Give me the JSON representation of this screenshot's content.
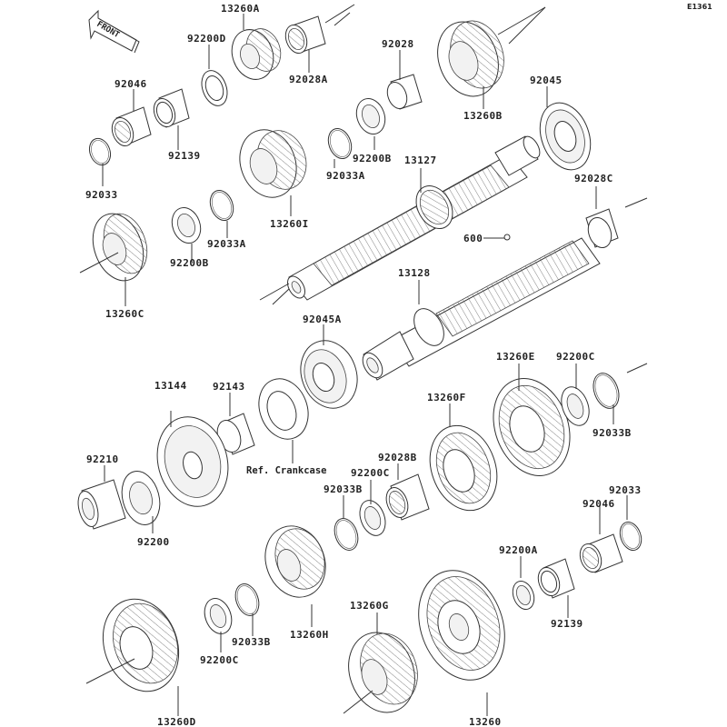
{
  "diagram_code": "E1361",
  "front_arrow_label": "FRONT",
  "reference_note": "Ref. Crankcase",
  "parts": {
    "p13260A": "13260A",
    "p92200D": "92200D",
    "p92028A": "92028A",
    "p92046_top": "92046",
    "p92139_top": "92139",
    "p92028": "92028",
    "p13260B": "13260B",
    "p92045": "92045",
    "p92033_top": "92033",
    "p92033A_upper": "92033A",
    "p92200B_upper": "92200B",
    "p13127": "13127",
    "p13260I": "13260I",
    "p92028C": "92028C",
    "p92033A_lower": "92033A",
    "p92200B_lower": "92200B",
    "p13260C": "13260C",
    "p600": "600",
    "p13128": "13128",
    "p92045A": "92045A",
    "p13144": "13144",
    "p92143": "92143",
    "p13260E": "13260E",
    "p92200C_right": "92200C",
    "p92033B_right": "92033B",
    "p13260F": "13260F",
    "p92028B": "92028B",
    "p92200C_mid": "92200C",
    "p92033B_mid": "92033B",
    "p92210": "92210",
    "p92200": "92200",
    "p92033_right": "92033",
    "p92046_right": "92046",
    "p92200A": "92200A",
    "p92139_right": "92139",
    "p13260H": "13260H",
    "p92033B_low": "92033B",
    "p92200C_low": "92200C",
    "p13260G": "13260G",
    "p13260D": "13260D",
    "p13260": "13260"
  }
}
